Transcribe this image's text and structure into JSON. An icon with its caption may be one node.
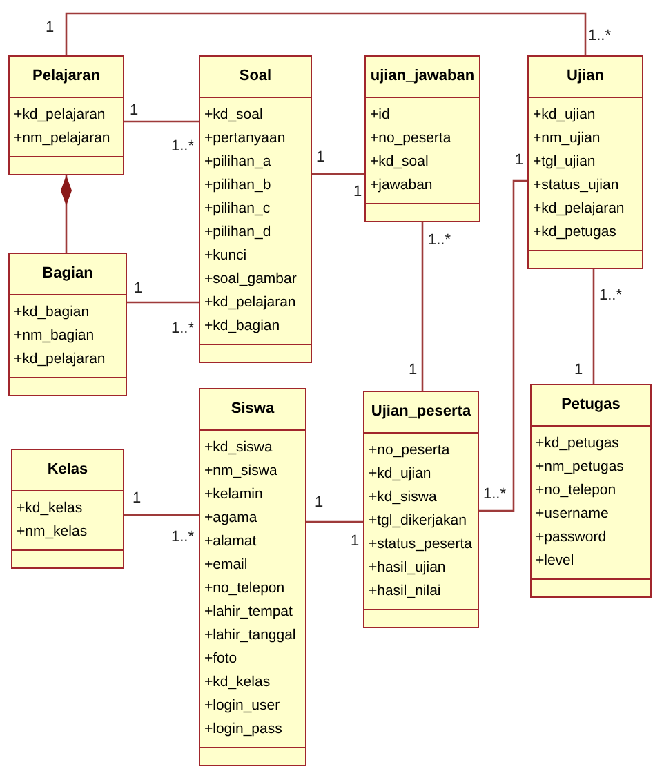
{
  "diagram": {
    "nodes": [
      {
        "text": [
          "Pelajaran",
          "+kd_pelajaran",
          "+nm_pelajaran"
        ]
      },
      {
        "text": [
          "Soal",
          "+kd_soal",
          "+pertanyaan",
          "+pilihan_a",
          "+pilihan_b",
          "+pilihan_c",
          "+pilihan_d",
          "+kunci",
          "+soal_gambar",
          "+kd_pelajaran",
          "+kd_bagian"
        ]
      },
      {
        "text": [
          "ujian_jawaban",
          "+id",
          "+no_peserta",
          "+kd_soal",
          "+jawaban"
        ]
      },
      {
        "text": [
          "Ujian",
          "+kd_ujian",
          "+nm_ujian",
          "+tgl_ujian",
          "+status_ujian",
          "+kd_pelajaran",
          "+kd_petugas"
        ]
      },
      {
        "text": [
          "Bagian",
          "+kd_bagian",
          "+nm_bagian",
          "+kd_pelajaran"
        ]
      },
      {
        "text": [
          "Kelas",
          "+kd_kelas",
          "+nm_kelas"
        ]
      },
      {
        "text": [
          "Siswa",
          "+kd_siswa",
          "+nm_siswa",
          "+kelamin",
          "+agama",
          "+alamat",
          "+email",
          "+no_telepon",
          "+lahir_tempat",
          "+lahir_tanggal",
          "+foto",
          "+kd_kelas",
          "+login_user",
          "+login_pass"
        ]
      },
      {
        "text": [
          "Ujian_peserta",
          "+no_peserta",
          "+kd_ujian",
          "+kd_siswa",
          "+tgl_dikerjakan",
          "+status_peserta",
          "+hasil_ujian",
          "+hasil_nilai"
        ]
      },
      {
        "text": [
          "Petugas",
          "+kd_petugas",
          "+nm_petugas",
          "+no_telepon",
          "+username",
          "+password",
          "+level"
        ]
      }
    ],
    "edges": [
      {
        "from": 0,
        "to": 3,
        "arrow": "none"
      },
      {
        "from": 0,
        "to": 1,
        "arrow": "none"
      },
      {
        "from": 0,
        "to": 4,
        "arrow": "other"
      },
      {
        "from": 4,
        "to": 1,
        "arrow": "none"
      },
      {
        "from": 1,
        "to": 2,
        "arrow": "none"
      },
      {
        "from": 2,
        "to": 7,
        "arrow": "none"
      },
      {
        "from": 3,
        "to": 7,
        "arrow": "none"
      },
      {
        "from": 3,
        "to": 8,
        "arrow": "none"
      },
      {
        "from": 5,
        "to": 6,
        "arrow": "none"
      },
      {
        "from": 6,
        "to": 7,
        "arrow": "none"
      }
    ],
    "labels": [
      "1",
      "1..*",
      "1",
      "1..*",
      "1",
      "1",
      "1",
      "1..*",
      "1",
      "1..*",
      "1..*",
      "1",
      "1",
      "1",
      "1",
      "1..*",
      "1..*",
      "1"
    ]
  }
}
